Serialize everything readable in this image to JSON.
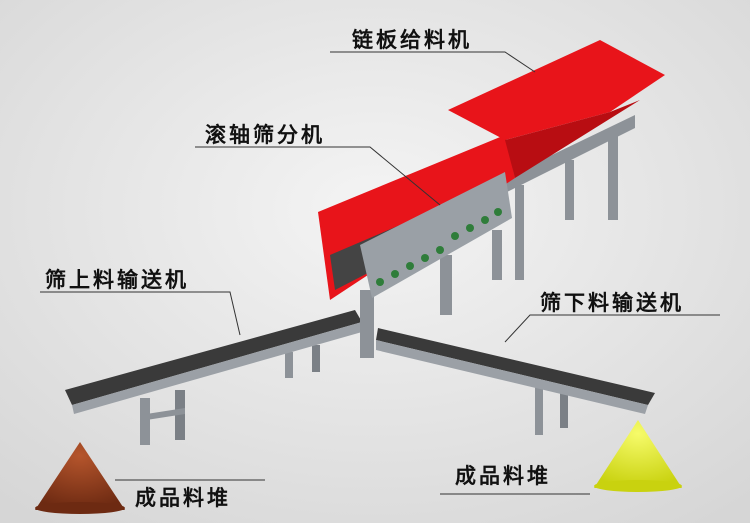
{
  "labels": {
    "chain_feeder": "链板给料机",
    "roller_screen": "滚轴筛分机",
    "oversize_conveyor": "筛上料输送机",
    "undersize_conveyor": "筛下料输送机",
    "product_pile_left": "成品料堆",
    "product_pile_right": "成品料堆"
  },
  "colors": {
    "hopper": "#e8141a",
    "frame": "#8d9298",
    "belt": "#3a3a3a",
    "pile_left": "#8b3a1c",
    "pile_right": "#e8ef2a",
    "rollers": "#2f7d3a"
  }
}
